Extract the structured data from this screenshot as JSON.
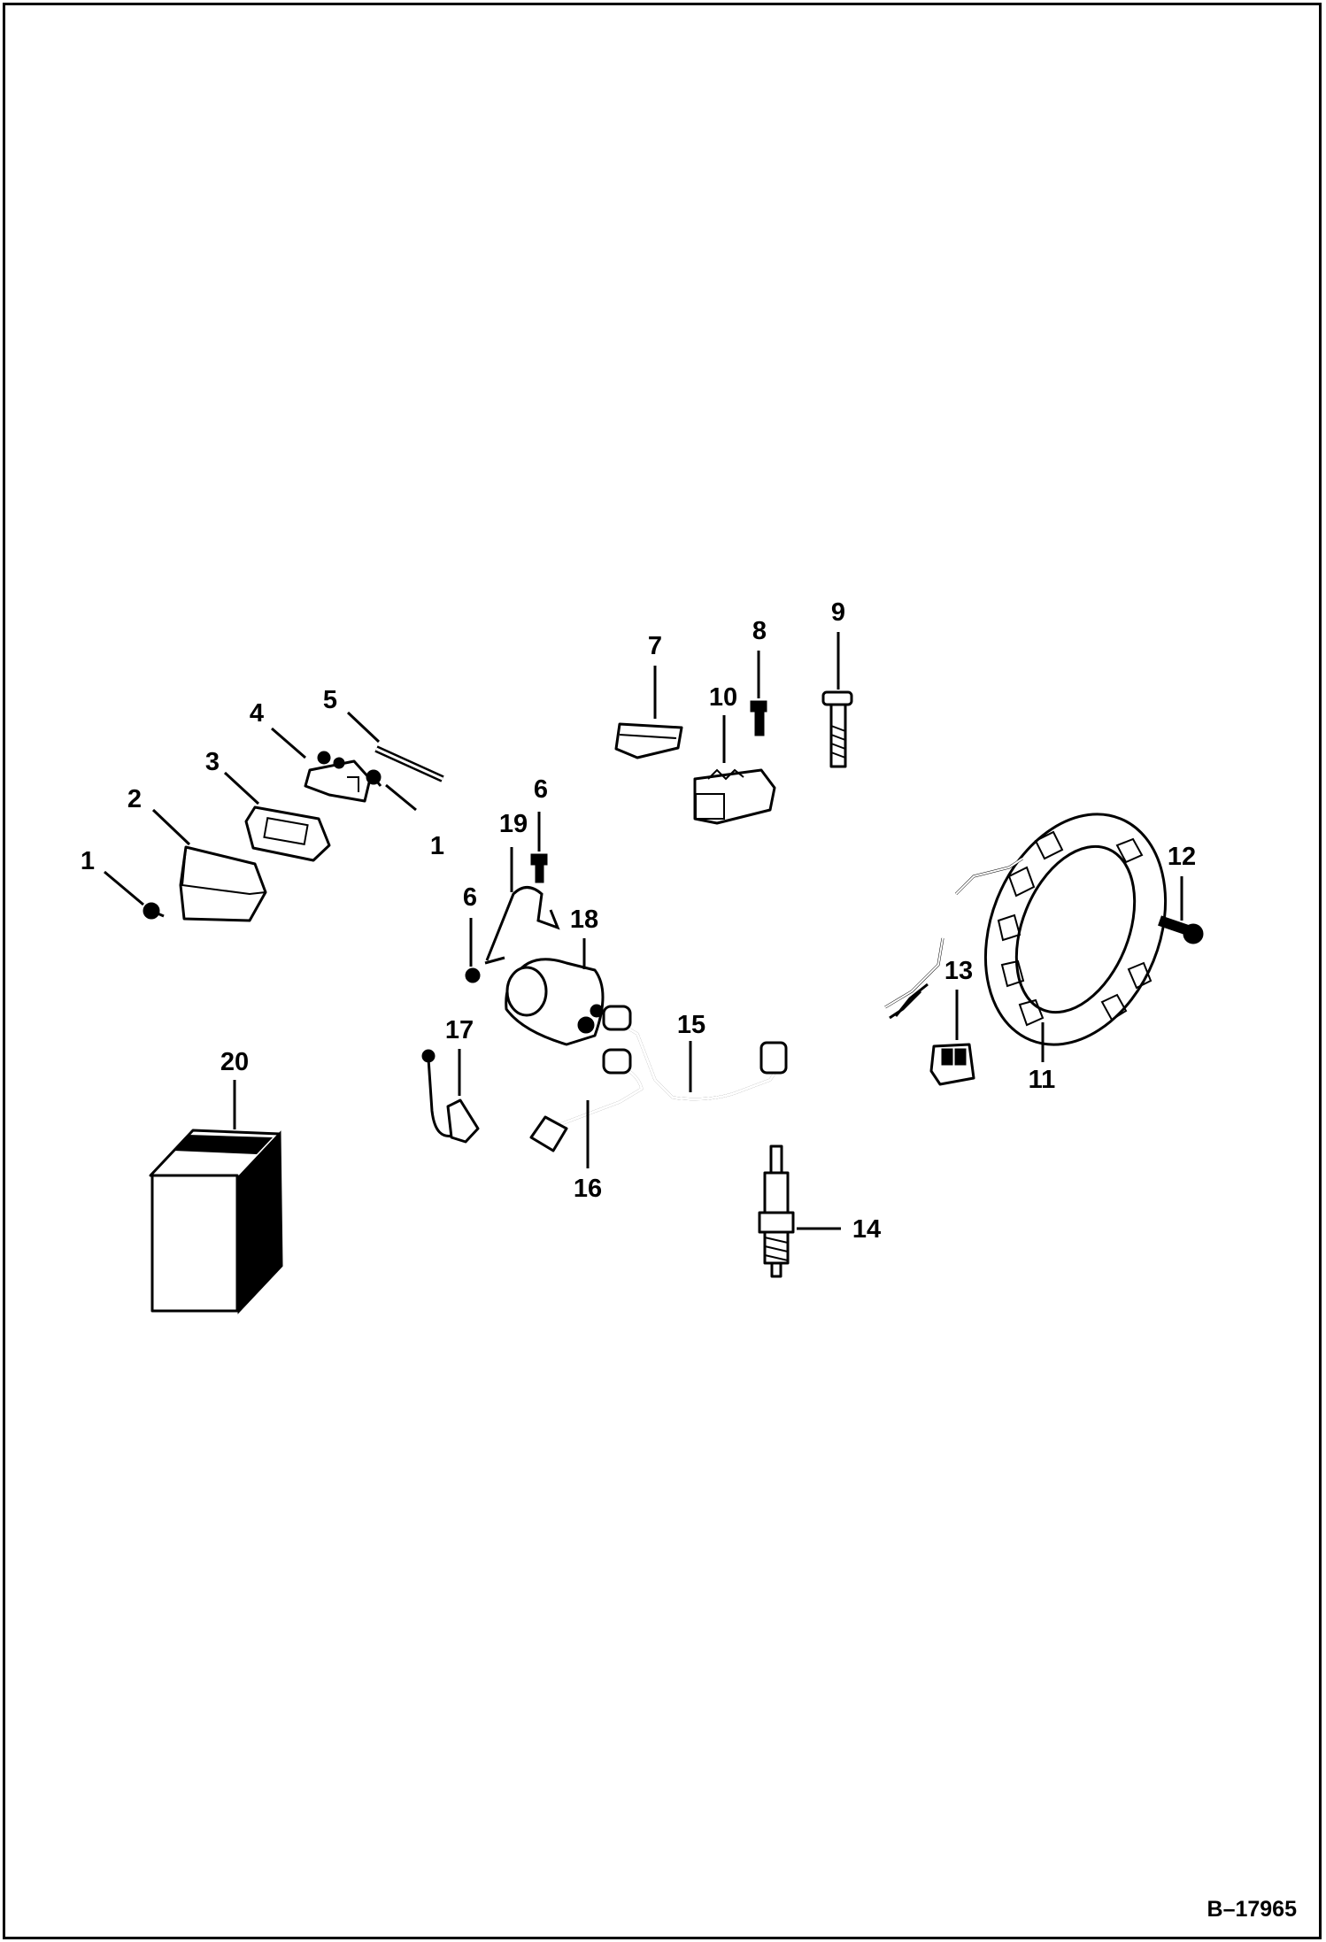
{
  "diagram": {
    "callouts": [
      {
        "id": "c1a",
        "text": "1"
      },
      {
        "id": "c2",
        "text": "2"
      },
      {
        "id": "c3",
        "text": "3"
      },
      {
        "id": "c4",
        "text": "4"
      },
      {
        "id": "c5",
        "text": "5"
      },
      {
        "id": "c1b",
        "text": "1"
      },
      {
        "id": "c6a",
        "text": "6"
      },
      {
        "id": "c19",
        "text": "19"
      },
      {
        "id": "c6b",
        "text": "6"
      },
      {
        "id": "c18",
        "text": "18"
      },
      {
        "id": "c7",
        "text": "7"
      },
      {
        "id": "c8",
        "text": "8"
      },
      {
        "id": "c9",
        "text": "9"
      },
      {
        "id": "c10",
        "text": "10"
      },
      {
        "id": "c12",
        "text": "12"
      },
      {
        "id": "c13",
        "text": "13"
      },
      {
        "id": "c11",
        "text": "11"
      },
      {
        "id": "c17",
        "text": "17"
      },
      {
        "id": "c15",
        "text": "15"
      },
      {
        "id": "c16",
        "text": "16"
      },
      {
        "id": "c20",
        "text": "20"
      },
      {
        "id": "c14",
        "text": "14"
      }
    ],
    "figure_ref": "B–17965"
  },
  "colors": {
    "ink": "#000000",
    "paper": "#ffffff"
  }
}
